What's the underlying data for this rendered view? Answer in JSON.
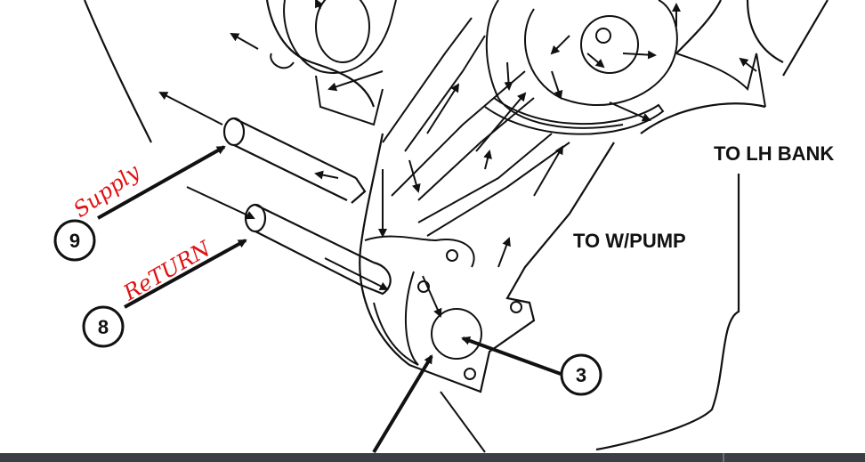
{
  "labels": {
    "to_lh_bank": "TO LH BANK",
    "to_w_pump": "TO W/PUMP"
  },
  "callouts": {
    "c9": "9",
    "c8": "8",
    "c3": "3"
  },
  "handwriting": {
    "supply": "Supply",
    "return": "ReTURN"
  },
  "colors": {
    "ink": "#111111",
    "handwriting": "#e01010",
    "bottom_bar": "#3a3f46"
  }
}
